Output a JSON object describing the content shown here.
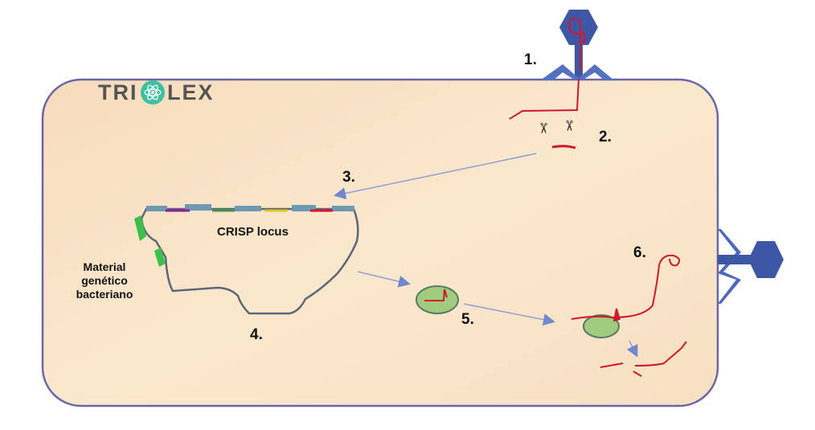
{
  "logo": {
    "text_left": "TRI",
    "text_right": "LEX"
  },
  "labels": {
    "step1": "1.",
    "step2": "2.",
    "step3": "3.",
    "step4": "4.",
    "step5": "5.",
    "step6": "6.",
    "crisp_locus": "CRISP locus",
    "genetic_material": [
      "Material",
      "genético",
      "bacteriano"
    ]
  },
  "colors": {
    "cell_fill": "#f9e4c6",
    "cell_border": "#6b66aa",
    "phage": "#3d56a6",
    "viral_dna": "#d0172b",
    "bacterial_dna": "#5f6675",
    "arrow": "#7f95d2",
    "cas_complex": "#9fcc7e",
    "repeat": "#6e98b4",
    "logo_accent": "#3fbf9f"
  },
  "spacer_colors": [
    "#8a1fa0",
    "#3f9a4a",
    "#e5c51e",
    "#cf1630"
  ]
}
